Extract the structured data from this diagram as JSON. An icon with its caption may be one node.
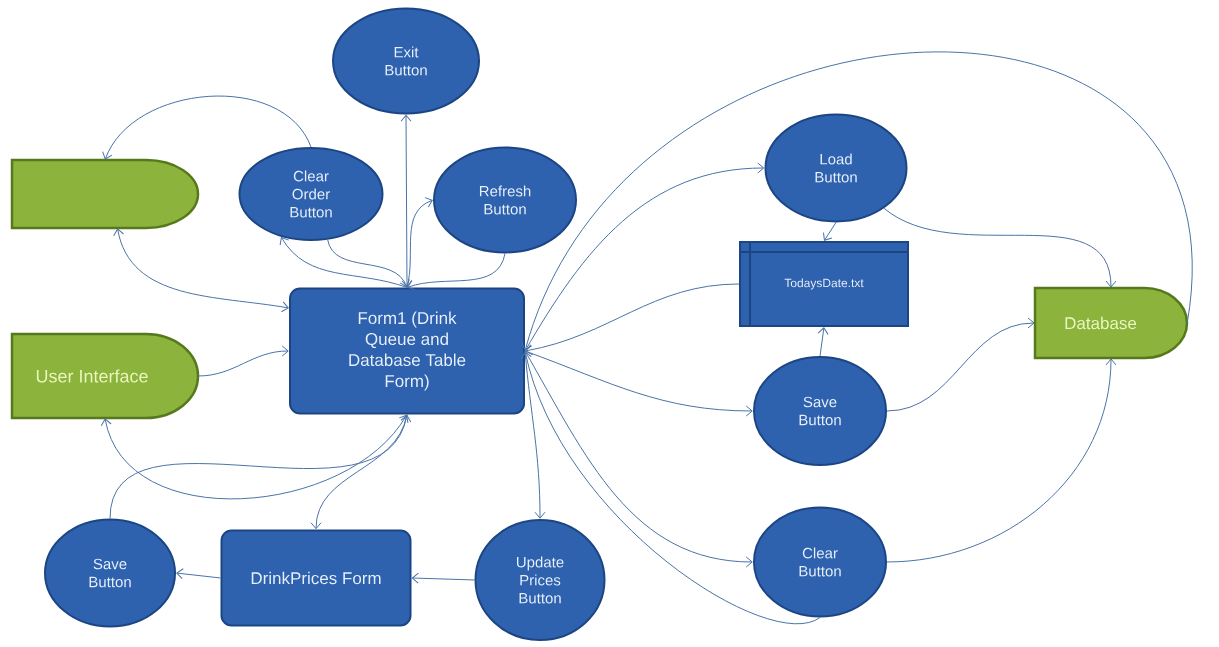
{
  "diagram": {
    "nodes": [
      {
        "text": [
          "Exit Button"
        ]
      },
      {
        "text": [],
        "shape": "box"
      },
      {
        "text": [
          "Clear Order Button"
        ]
      },
      {
        "text": [
          "Refresh Button"
        ]
      },
      {
        "text": [
          "Load Button"
        ]
      },
      {
        "text": [
          "TodaysDate.txt"
        ]
      },
      {
        "text": [
          "Form1 (Drink Queue and Database Table Form)"
        ]
      },
      {
        "text": [
          "User Interface"
        ]
      },
      {
        "text": [
          "Database"
        ]
      },
      {
        "text": [
          "Save Button"
        ]
      },
      {
        "text": [
          "Save Button"
        ]
      },
      {
        "text": [
          "DrinkPrices Form"
        ]
      },
      {
        "text": [
          "Update Prices Button"
        ]
      },
      {
        "text": [
          "Clear Button"
        ]
      }
    ],
    "edges": [
      {
        "from": 6,
        "to": 0,
        "arrow": "both"
      },
      {
        "from": 2,
        "to": 1,
        "arrow": "to"
      },
      {
        "from": 6,
        "to": 2,
        "arrow": "to"
      },
      {
        "from": 2,
        "to": 6,
        "arrow": "to"
      },
      {
        "from": 6,
        "to": 3,
        "arrow": "to"
      },
      {
        "from": 3,
        "to": 6,
        "arrow": "to"
      },
      {
        "from": 1,
        "to": 6,
        "arrow": "both"
      },
      {
        "from": 7,
        "to": 6,
        "arrow": "to"
      },
      {
        "from": 6,
        "to": 7,
        "arrow": "both"
      },
      {
        "from": 10,
        "to": 6,
        "arrow": "to"
      },
      {
        "from": 6,
        "to": 11,
        "arrow": "to"
      },
      {
        "from": 11,
        "to": 10,
        "arrow": "to"
      },
      {
        "from": 12,
        "to": 11,
        "arrow": "to"
      },
      {
        "from": 6,
        "to": 12,
        "arrow": "to"
      },
      {
        "from": 6,
        "to": 4,
        "arrow": "to"
      },
      {
        "from": 8,
        "to": 6,
        "arrow": "to"
      },
      {
        "from": 5,
        "to": 6,
        "arrow": "to"
      },
      {
        "from": 6,
        "to": 9,
        "arrow": "to"
      },
      {
        "from": 6,
        "to": 13,
        "arrow": "to"
      },
      {
        "from": 13,
        "to": 6,
        "arrow": "to"
      },
      {
        "from": 4,
        "to": 5,
        "arrow": "to"
      },
      {
        "from": 4,
        "to": 8,
        "arrow": "to"
      },
      {
        "from": 9,
        "to": 5,
        "arrow": "to"
      },
      {
        "from": 9,
        "to": 8,
        "arrow": "to"
      },
      {
        "from": 13,
        "to": 8,
        "arrow": "to"
      }
    ]
  }
}
